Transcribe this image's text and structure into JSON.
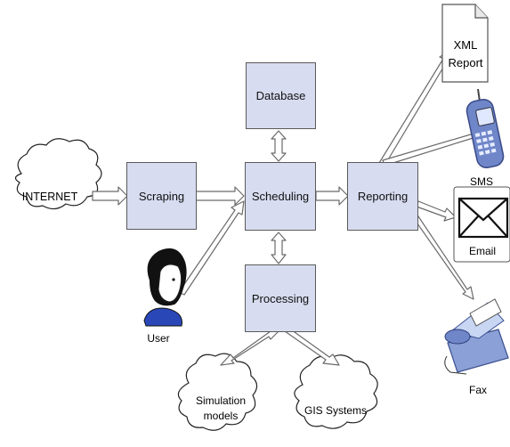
{
  "colors": {
    "box_fill": "#d7dcf0",
    "arrow_fill": "#ffffff",
    "outline": "#5a5a5a"
  },
  "nodes": {
    "database": "Database",
    "scraping": "Scraping",
    "scheduling": "Scheduling",
    "reporting": "Reporting",
    "processing": "Processing",
    "internet": "INTERNET",
    "simulation_line1": "Simulation",
    "simulation_line2": "models",
    "gis": "GIS Systems"
  },
  "outputs": {
    "xml_line1": "XML",
    "xml_line2": "Report",
    "sms": "SMS",
    "email": "Email",
    "fax": "Fax"
  },
  "actors": {
    "user": "User"
  },
  "icons": [
    "document-icon",
    "mobile-phone-icon",
    "envelope-icon",
    "fax-machine-icon",
    "user-avatar-icon",
    "cloud-shape"
  ]
}
